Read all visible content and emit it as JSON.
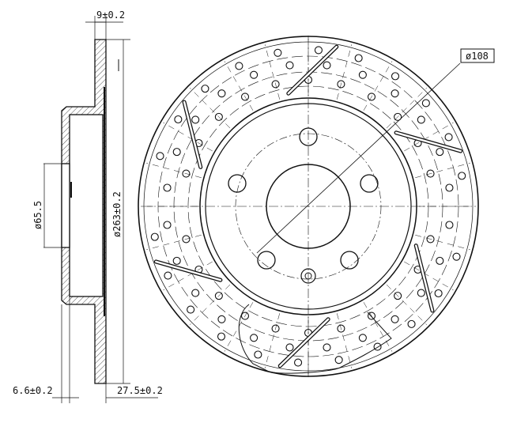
{
  "drawing": {
    "dimensions": {
      "thickness": "9±0.2",
      "outer_diameter": "ø263±0.2",
      "center_bore": "ø65.5",
      "hat_offset": "6.6±0.2",
      "total_height": "27.5±0.2",
      "bolt_circle": "ø108"
    }
  }
}
